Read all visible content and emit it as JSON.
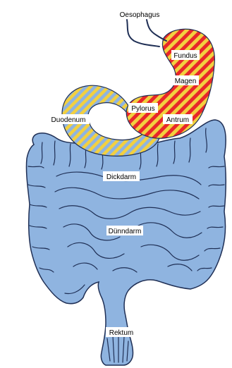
{
  "labels": {
    "oesophagus": "Oesophagus",
    "fundus": "Fundus",
    "magen": "Magen",
    "pylorus": "Pylorus",
    "antrum": "Antrum",
    "duodenum": "Duodenum",
    "dickdarm": "Dickdarm",
    "duenndarm": "Dünndarm",
    "rektum": "Rektum"
  },
  "colors": {
    "intestine_fill": "#8fb4e0",
    "intestine_outline": "#1f2f55",
    "stomach_red": "#e8262a",
    "stomach_yellow": "#f2d040",
    "duodenum_blue": "#8fb4e0",
    "duodenum_yellow": "#f2d040"
  }
}
